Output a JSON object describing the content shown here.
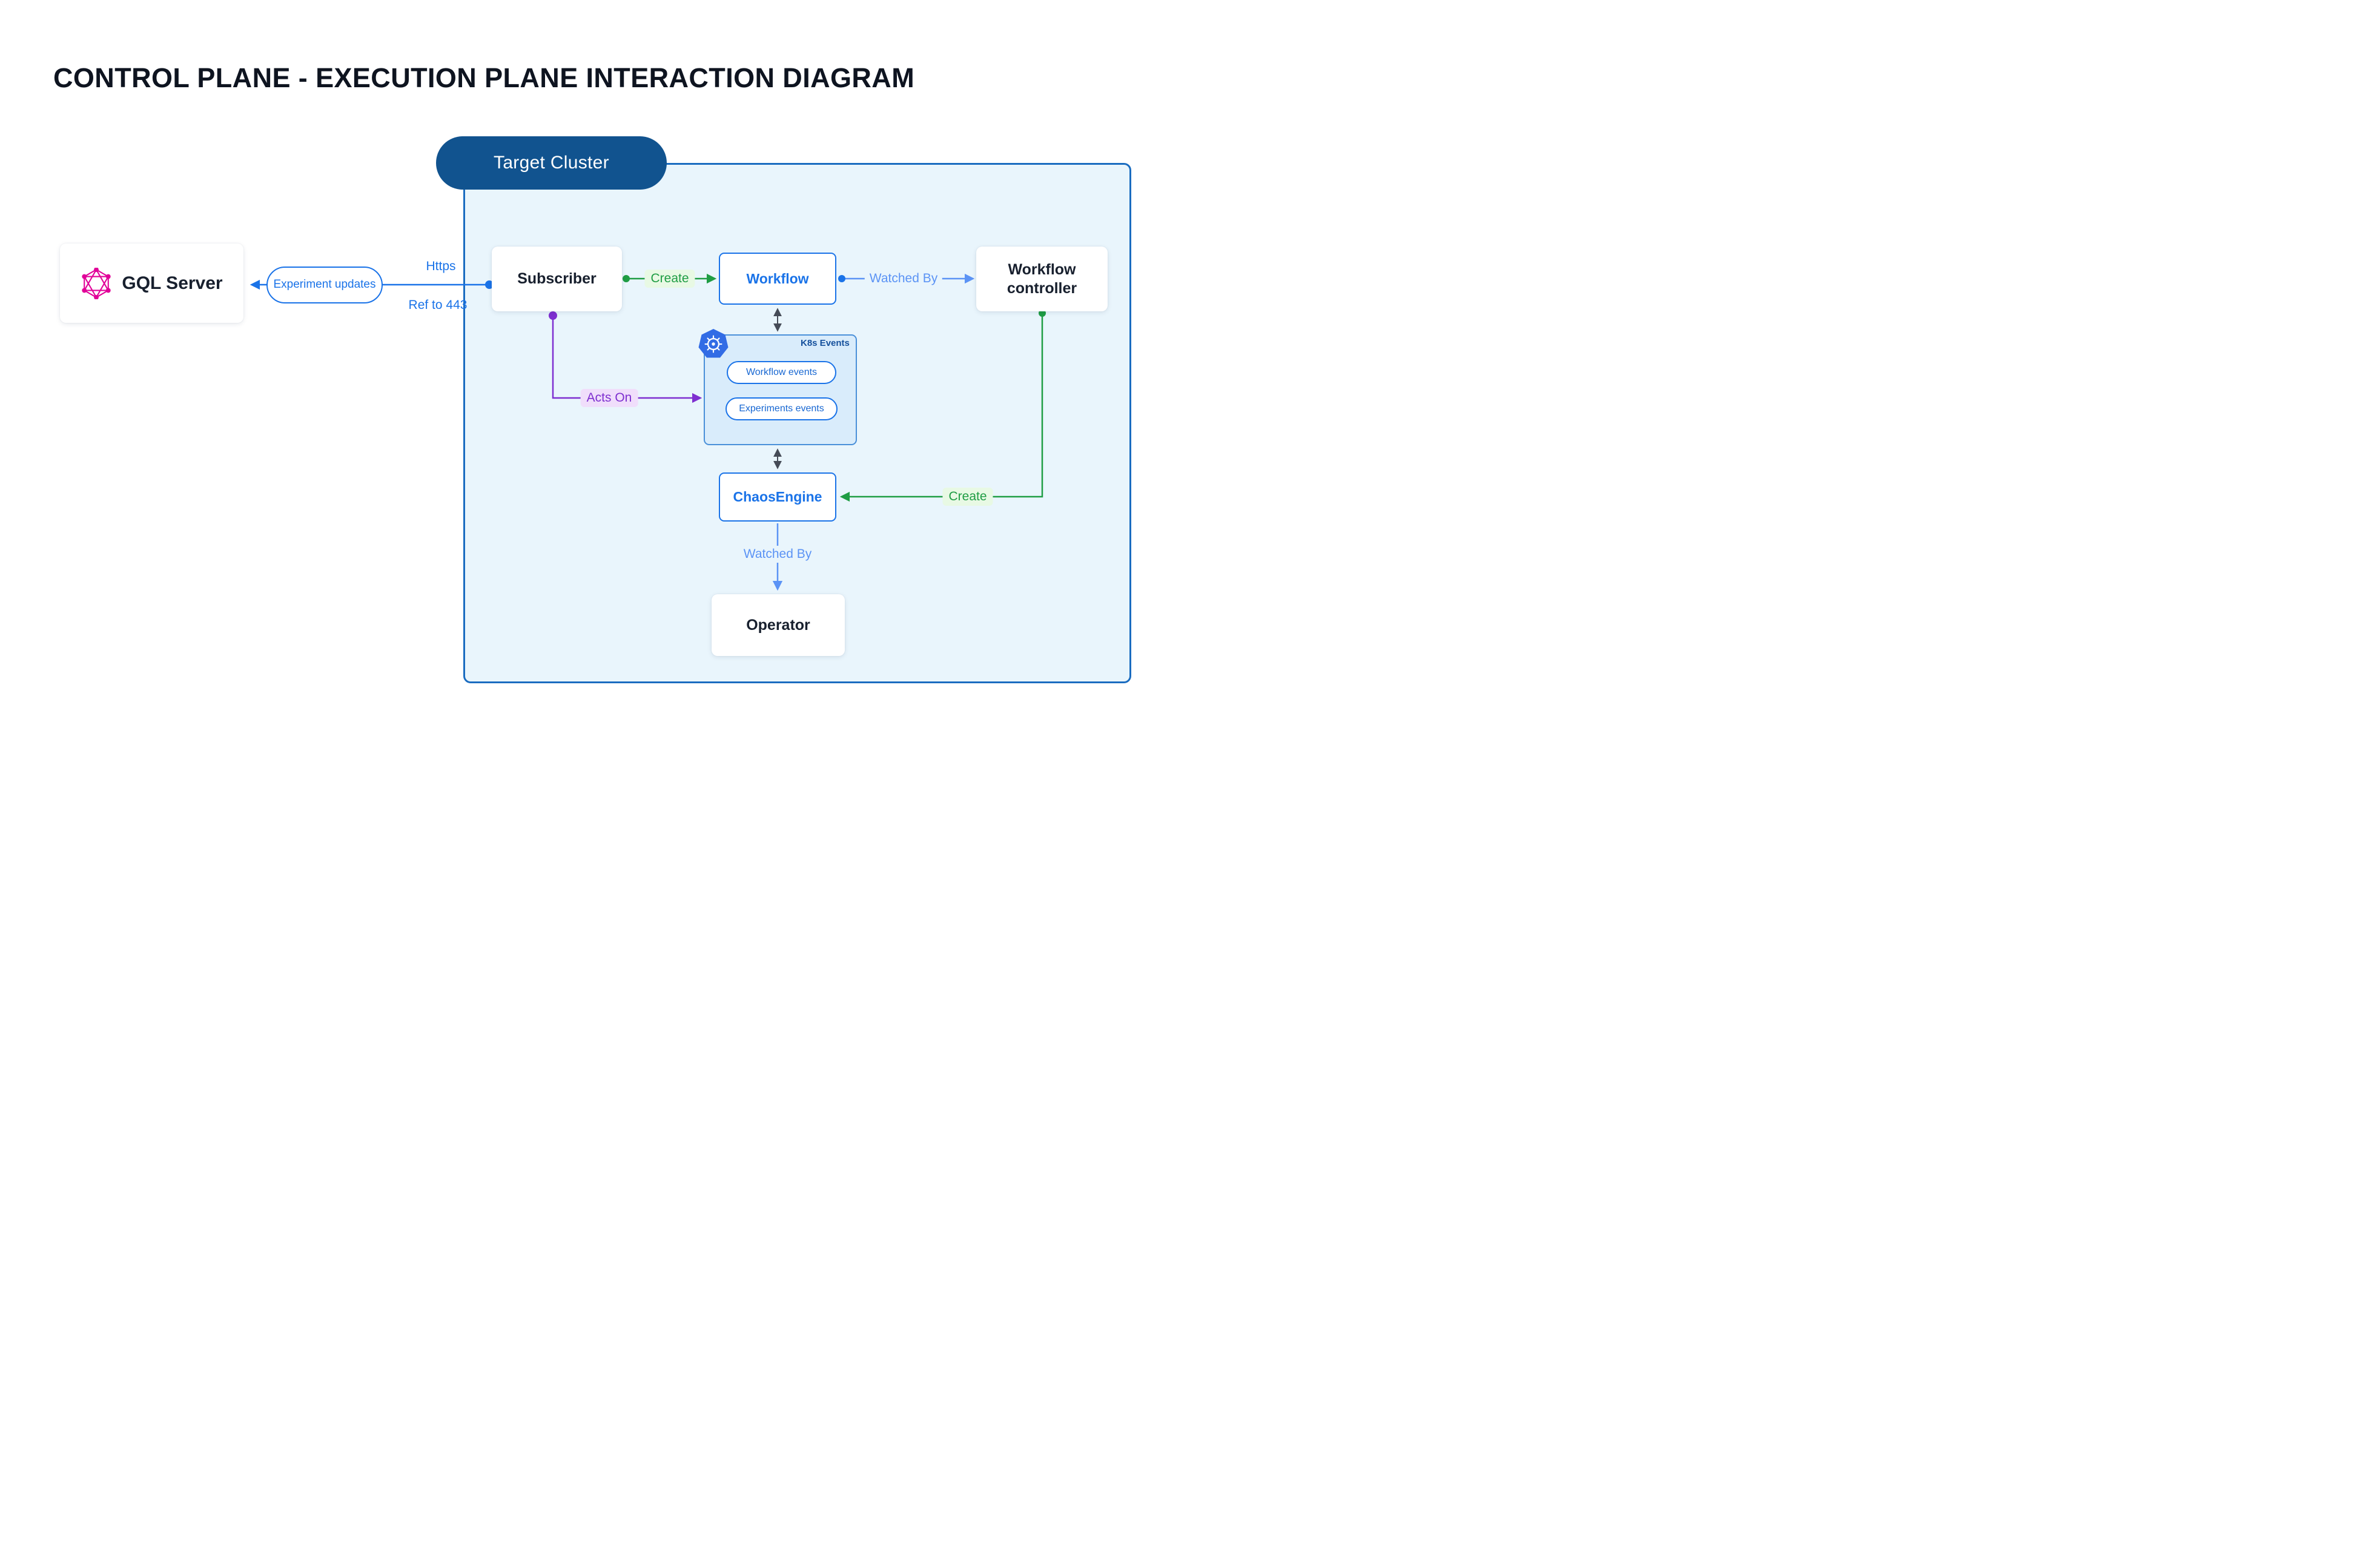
{
  "title": "CONTROL PLANE - EXECUTION PLANE INTERACTION DIAGRAM",
  "target_cluster": {
    "label": "Target Cluster"
  },
  "nodes": {
    "gql_server": {
      "label": "GQL Server"
    },
    "subscriber": {
      "label": "Subscriber"
    },
    "workflow": {
      "label": "Workflow"
    },
    "workflow_controller": {
      "label": "Workflow controller"
    },
    "chaos_engine": {
      "label": "ChaosEngine"
    },
    "operator": {
      "label": "Operator"
    }
  },
  "k8s_events": {
    "label": "K8s Events",
    "pills": [
      "Workflow events",
      "Experiments events"
    ]
  },
  "edge_labels": {
    "experiment_updates": "Experiment updates",
    "https": "Https",
    "ref_443": "Ref to 443",
    "create_workflow": "Create",
    "watched_by_workflow": "Watched By",
    "acts_on": "Acts On",
    "create_chaosengine": "Create",
    "watched_by_operator": "Watched By"
  },
  "colors": {
    "blue": "#1a73e8",
    "light_blue": "#5b93f5",
    "green": "#1f9d44",
    "purple": "#7e2fd0",
    "graphql_pink": "#e10098",
    "k8s_blue": "#326ce5",
    "cluster_fill": "#e9f5fc",
    "cluster_border": "#1a6cc0",
    "target_cluster_pill": "#11538f",
    "dark_arrow": "#454b57"
  }
}
